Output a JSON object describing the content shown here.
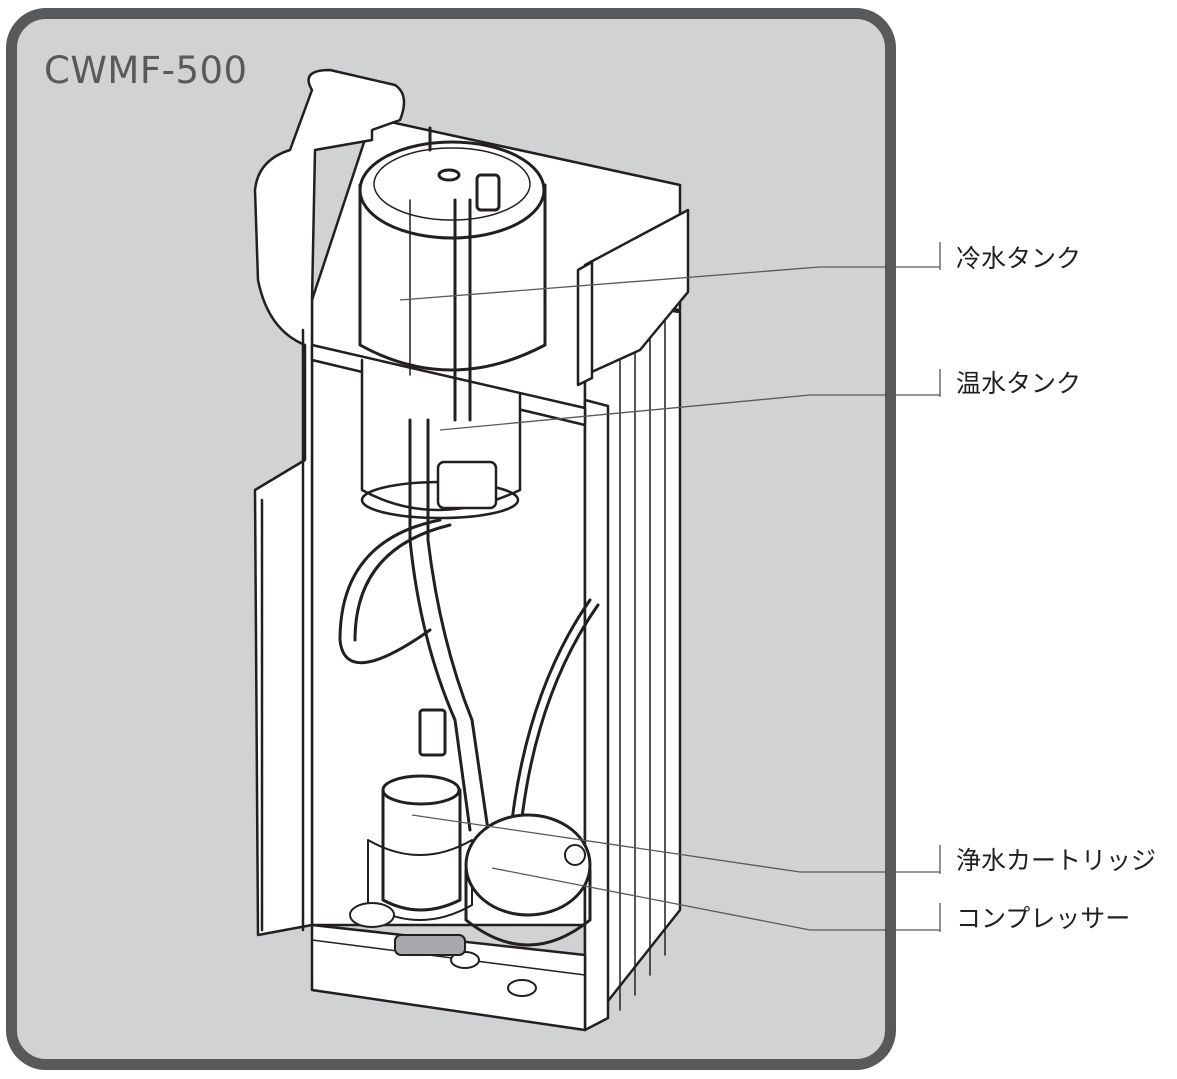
{
  "model": "CWMF-500",
  "labels": {
    "cold_tank": "冷水タンク",
    "hot_tank": "温水タンク",
    "filter_cartridge": "浄水カートリッジ",
    "compressor": "コンプレッサー"
  },
  "colors": {
    "frame": "#58595b",
    "panel_bg": "#d1d2d4",
    "label_text": "#231f20"
  }
}
